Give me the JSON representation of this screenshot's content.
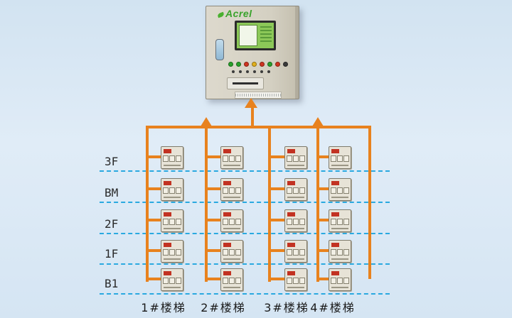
{
  "diagram": {
    "type": "system-topology",
    "cabinet": {
      "brand": "Acrel"
    },
    "floors": [
      "3F",
      "BM",
      "2F",
      "1F",
      "B1"
    ],
    "staircases": [
      "1#楼梯",
      "2#楼梯",
      "3#楼梯",
      "4#楼梯"
    ],
    "grid": {
      "rows": 5,
      "columns": 4,
      "devices_total": 20
    },
    "colors": {
      "trunk_line": "#e8821e",
      "floor_divider": "#2aa9e0",
      "background": "#d9e8f4",
      "cabinet_body": "#d8d4c6",
      "screen_green": "#8cc858",
      "brand_green": "#3aa32c",
      "device_chip_red": "#c23222"
    }
  }
}
